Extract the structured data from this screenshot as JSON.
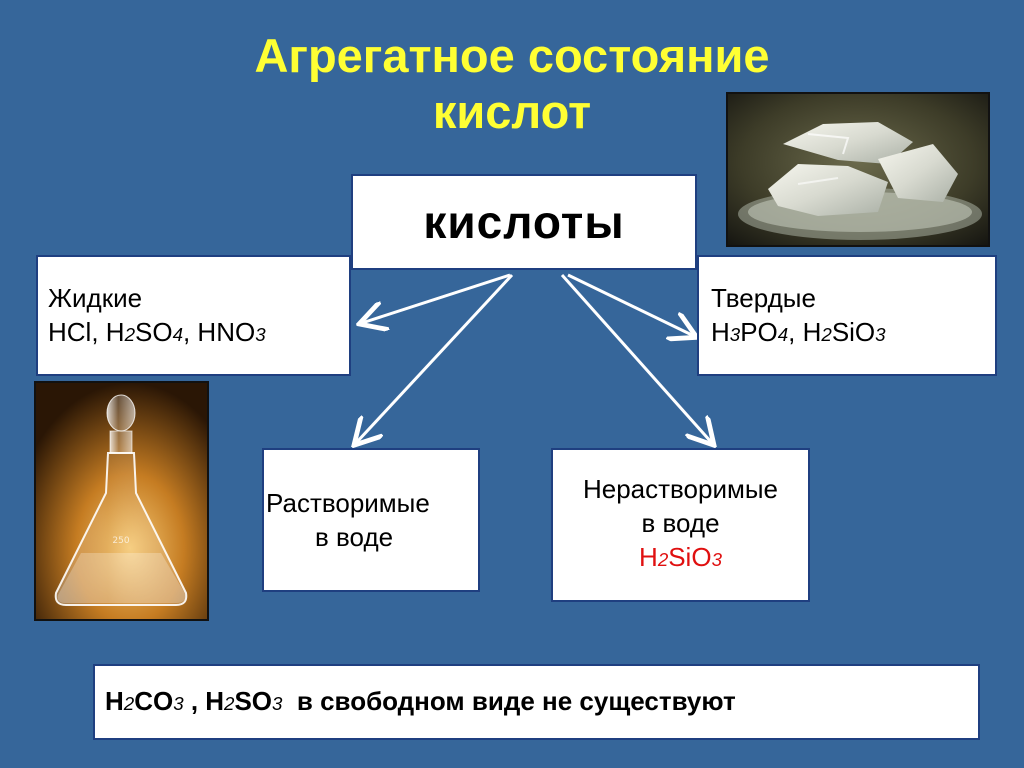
{
  "title": {
    "line1": "Агрегатное состояние",
    "line2": "кислот"
  },
  "center": {
    "label": "кислоты"
  },
  "liquid": {
    "heading": "Жидкие",
    "formulas": [
      {
        "parts": [
          {
            "t": "HCl"
          }
        ]
      },
      {
        "parts": [
          {
            "t": "H"
          },
          {
            "t": "2",
            "sub": true
          },
          {
            "t": "SO"
          },
          {
            "t": "4",
            "sub": true
          }
        ]
      },
      {
        "parts": [
          {
            "t": "HNO"
          },
          {
            "t": "3",
            "sub": true
          }
        ]
      }
    ]
  },
  "solid": {
    "heading": "Твердые",
    "formulas": [
      {
        "parts": [
          {
            "t": "H"
          },
          {
            "t": "3",
            "sub": true
          },
          {
            "t": "PO"
          },
          {
            "t": "4",
            "sub": true
          }
        ]
      },
      {
        "parts": [
          {
            "t": "H"
          },
          {
            "t": "2",
            "sub": true
          },
          {
            "t": "SiO"
          },
          {
            "t": "3",
            "sub": true
          }
        ]
      }
    ]
  },
  "soluble": {
    "line1": "Растворимые",
    "line2": "в воде"
  },
  "insoluble": {
    "line1": "Нерастворимые",
    "line2": "в воде",
    "formula": [
      {
        "t": "H"
      },
      {
        "t": "2",
        "sub": true
      },
      {
        "t": "SiO"
      },
      {
        "t": "3",
        "sub": true
      }
    ],
    "formula_color": "#e01010"
  },
  "note": {
    "formulas": [
      [
        {
          "t": "H"
        },
        {
          "t": "2",
          "sub": true
        },
        {
          "t": "CO"
        },
        {
          "t": "3",
          "sub": true
        }
      ],
      [
        {
          "t": "H"
        },
        {
          "t": "2",
          "sub": true
        },
        {
          "t": "SO"
        },
        {
          "t": "3",
          "sub": true
        }
      ]
    ],
    "separator": " , ",
    "text": "в свободном виде не существуют"
  },
  "images": {
    "flask": "flask-photo",
    "crystals": "crystals-photo"
  },
  "colors": {
    "background": "#36669a",
    "title": "#ffff33",
    "arrow": "#ffffff"
  }
}
